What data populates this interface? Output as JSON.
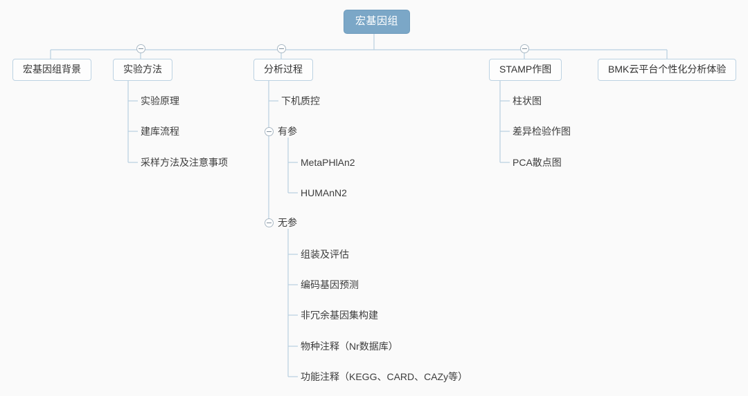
{
  "diagram": {
    "title": "宏基因组",
    "type": "mind-map-tree",
    "background_color": "#fafafa",
    "root_fill_color": "#7ba7c7",
    "root_text_color": "#ffffff",
    "box_border_color": "#bcd2e2",
    "connector_color": "#b7cfe0",
    "toggle_icon_name": "collapse-minus-icon"
  },
  "root": {
    "label": "宏基因组",
    "has_toggle": false
  },
  "branches": [
    {
      "label": "宏基因组背景",
      "has_toggle": false,
      "children": []
    },
    {
      "label": "实验方法",
      "has_toggle": true,
      "children": [
        {
          "label": "实验原理",
          "has_toggle": false,
          "children": []
        },
        {
          "label": "建库流程",
          "has_toggle": false,
          "children": []
        },
        {
          "label": "采样方法及注意事项",
          "has_toggle": false,
          "children": []
        }
      ]
    },
    {
      "label": "分析过程",
      "has_toggle": true,
      "children": [
        {
          "label": "下机质控",
          "has_toggle": false,
          "children": []
        },
        {
          "label": "有参",
          "has_toggle": true,
          "children": [
            {
              "label": "MetaPHlAn2",
              "has_toggle": false,
              "children": []
            },
            {
              "label": "HUMAnN2",
              "has_toggle": false,
              "children": []
            }
          ]
        },
        {
          "label": "无参",
          "has_toggle": true,
          "children": [
            {
              "label": "组装及评估",
              "has_toggle": false,
              "children": []
            },
            {
              "label": "编码基因预测",
              "has_toggle": false,
              "children": []
            },
            {
              "label": "非冗余基因集构建",
              "has_toggle": false,
              "children": []
            },
            {
              "label": "物种注释（Nr数据库）",
              "has_toggle": false,
              "children": []
            },
            {
              "label": "功能注释（KEGG、CARD、CAZy等）",
              "has_toggle": false,
              "children": []
            }
          ]
        }
      ]
    },
    {
      "label": "STAMP作图",
      "has_toggle": true,
      "children": [
        {
          "label": "柱状图",
          "has_toggle": false,
          "children": []
        },
        {
          "label": "差异检验作图",
          "has_toggle": false,
          "children": []
        },
        {
          "label": "PCA散点图",
          "has_toggle": false,
          "children": []
        }
      ]
    },
    {
      "label": "BMK云平台个性化分析体验",
      "has_toggle": false,
      "children": []
    }
  ]
}
